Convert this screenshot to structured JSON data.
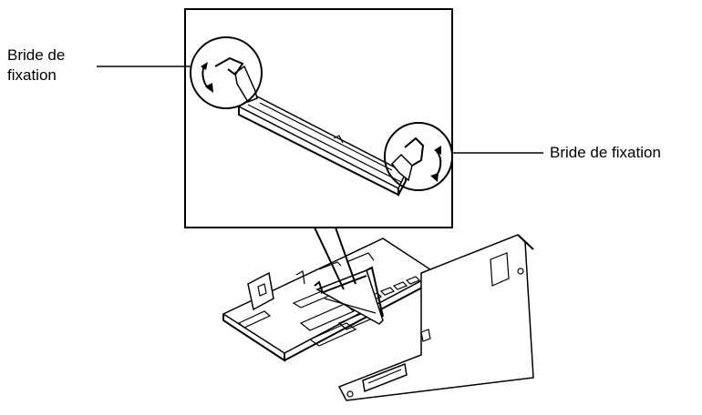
{
  "callouts": {
    "left": {
      "line1": "Bride de",
      "line2": "fixation"
    },
    "right": "Bride de fixation"
  },
  "icons": {
    "left_arrow": "curved-arrow-ccw-icon",
    "right_arrow": "curved-arrow-cw-icon"
  },
  "colors": {
    "ink": "#000000",
    "paper": "#ffffff"
  }
}
